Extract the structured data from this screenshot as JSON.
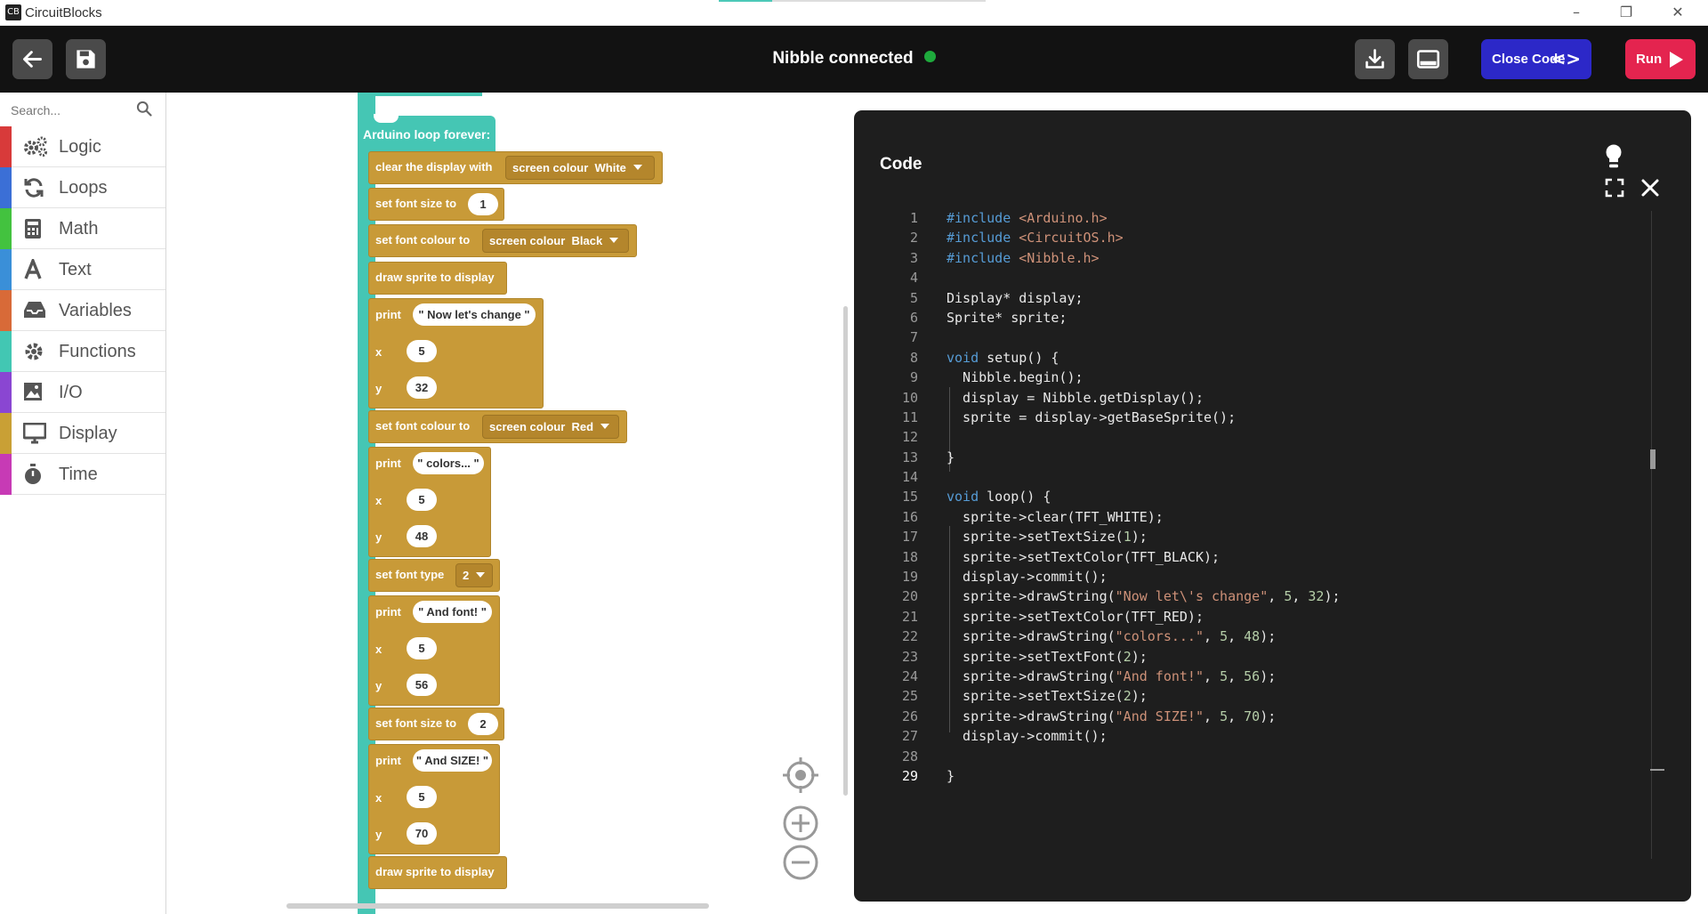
{
  "window": {
    "title": "CircuitBlocks",
    "app_icon_glyph": "CB"
  },
  "toolbar": {
    "status_text": "Nibble connected",
    "status_color": "#1eaa3c",
    "close_code_label": "Close Code",
    "close_code_glyph": "<>",
    "run_label": "Run"
  },
  "sidebar": {
    "search_placeholder": "Search...",
    "categories": [
      {
        "label": "Logic",
        "color": "#d83a3a",
        "icon": "gears-icon"
      },
      {
        "label": "Loops",
        "color": "#3b6fd6",
        "icon": "refresh-icon"
      },
      {
        "label": "Math",
        "color": "#43c23f",
        "icon": "calculator-icon"
      },
      {
        "label": "Text",
        "color": "#3a8fd8",
        "icon": "text-icon"
      },
      {
        "label": "Variables",
        "color": "#d86a38",
        "icon": "inbox-icon"
      },
      {
        "label": "Functions",
        "color": "#42c7b3",
        "icon": "gear-icon"
      },
      {
        "label": "I/O",
        "color": "#8a46d2",
        "icon": "image-icon"
      },
      {
        "label": "Display",
        "color": "#c9a035",
        "icon": "monitor-icon"
      },
      {
        "label": "Time",
        "color": "#c73ab5",
        "icon": "stopwatch-icon"
      }
    ]
  },
  "workspace": {
    "hat_label": "Arduino loop forever:",
    "blocks": {
      "clear": {
        "label": "clear the display with",
        "dd_prefix": "screen colour",
        "dd_value": "White"
      },
      "size1": {
        "label": "set font size to",
        "value": "1"
      },
      "colour1": {
        "label": "set font colour to",
        "dd_prefix": "screen colour",
        "dd_value": "Black"
      },
      "draw1": {
        "label": "draw sprite to display"
      },
      "print1": {
        "label": "print",
        "text": "\" Now let's change \"",
        "x_label": "x",
        "x": "5",
        "y_label": "y",
        "y": "32"
      },
      "colour2": {
        "label": "set font colour to",
        "dd_prefix": "screen colour",
        "dd_value": "Red"
      },
      "print2": {
        "label": "print",
        "text": "\" colors... \"",
        "x_label": "x",
        "x": "5",
        "y_label": "y",
        "y": "48"
      },
      "fonttype": {
        "label": "set font type",
        "value": "2"
      },
      "print3": {
        "label": "print",
        "text": "\" And font! \"",
        "x_label": "x",
        "x": "5",
        "y_label": "y",
        "y": "56"
      },
      "size2": {
        "label": "set font size to",
        "value": "2"
      },
      "print4": {
        "label": "print",
        "text": "\" And SIZE! \"",
        "x_label": "x",
        "x": "5",
        "y_label": "y",
        "y": "70"
      },
      "draw2": {
        "label": "draw sprite to display"
      }
    }
  },
  "code_panel": {
    "title": "Code",
    "lines": [
      {
        "n": "1",
        "t": "#include <Arduino.h>"
      },
      {
        "n": "2",
        "t": "#include <CircuitOS.h>"
      },
      {
        "n": "3",
        "t": "#include <Nibble.h>"
      },
      {
        "n": "4",
        "t": ""
      },
      {
        "n": "5",
        "t": "Display* display;"
      },
      {
        "n": "6",
        "t": "Sprite* sprite;"
      },
      {
        "n": "7",
        "t": ""
      },
      {
        "n": "8",
        "t": "void setup() {"
      },
      {
        "n": "9",
        "t": "  Nibble.begin();"
      },
      {
        "n": "10",
        "t": "  display = Nibble.getDisplay();"
      },
      {
        "n": "11",
        "t": "  sprite = display->getBaseSprite();"
      },
      {
        "n": "12",
        "t": ""
      },
      {
        "n": "13",
        "t": "}"
      },
      {
        "n": "14",
        "t": ""
      },
      {
        "n": "15",
        "t": "void loop() {"
      },
      {
        "n": "16",
        "t": "  sprite->clear(TFT_WHITE);"
      },
      {
        "n": "17",
        "t": "  sprite->setTextSize(1);"
      },
      {
        "n": "18",
        "t": "  sprite->setTextColor(TFT_BLACK);"
      },
      {
        "n": "19",
        "t": "  display->commit();"
      },
      {
        "n": "20",
        "t": "  sprite->drawString(\"Now let\\'s change\", 5, 32);"
      },
      {
        "n": "21",
        "t": "  sprite->setTextColor(TFT_RED);"
      },
      {
        "n": "22",
        "t": "  sprite->drawString(\"colors...\", 5, 48);"
      },
      {
        "n": "23",
        "t": "  sprite->setTextFont(2);"
      },
      {
        "n": "24",
        "t": "  sprite->drawString(\"And font!\", 5, 56);"
      },
      {
        "n": "25",
        "t": "  sprite->setTextSize(2);"
      },
      {
        "n": "26",
        "t": "  sprite->drawString(\"And SIZE!\", 5, 70);"
      },
      {
        "n": "27",
        "t": "  display->commit();"
      },
      {
        "n": "28",
        "t": ""
      },
      {
        "n": "29",
        "t": "}"
      }
    ]
  },
  "colors": {
    "block": "#c89a38",
    "spine": "#45c6b4",
    "run": "#e4244f",
    "close_code": "#2c28c8",
    "keyword": "#569cd6",
    "string": "#ce9178",
    "number": "#b5cea8"
  }
}
